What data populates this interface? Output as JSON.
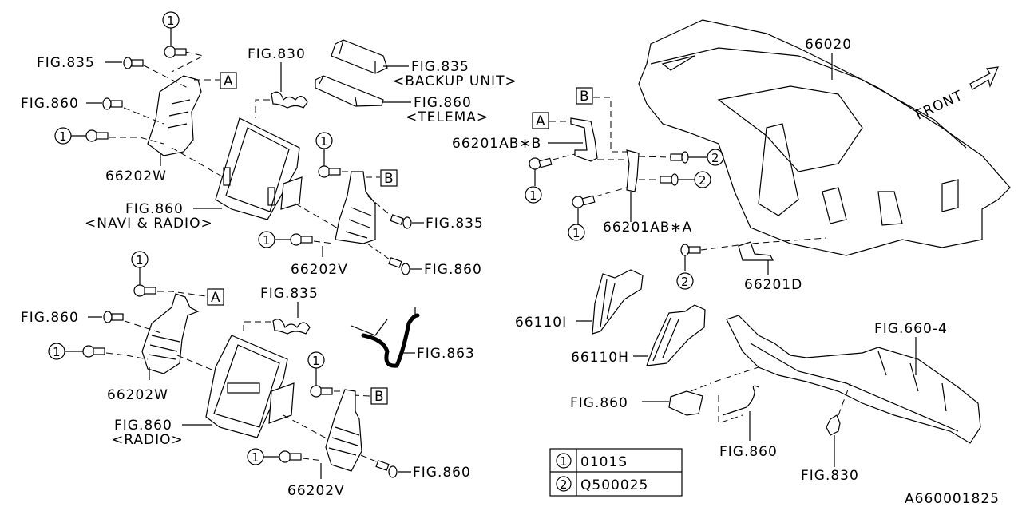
{
  "diagram": {
    "id": "A660001825",
    "front_label": "FRONT",
    "refs": {
      "A": "A",
      "B": "B"
    },
    "callouts": {
      "c1": "1",
      "c2": "2"
    },
    "legend": [
      {
        "num": "1",
        "part": "0101S"
      },
      {
        "num": "2",
        "part": "Q500025"
      }
    ],
    "labels": {
      "fig835_top_left": "FIG.835",
      "fig860_top_left": "FIG.860",
      "p66202w_top": "66202W",
      "fig830_top": "FIG.830",
      "fig835_backup": "FIG.835",
      "backup_unit": "<BACKUP UNIT>",
      "fig860_telema": "FIG.860",
      "telema": "<TELEMA>",
      "fig860_navi": "FIG.860",
      "navi_radio": "<NAVI & RADIO>",
      "fig835_mid": "FIG.835",
      "fig860_mid": "FIG.860",
      "p66202v_top": "66202V",
      "fig860_bot_left": "FIG.860",
      "p66202w_bot": "66202W",
      "fig835_bot": "FIG.835",
      "fig863": "FIG.863",
      "fig860_radio": "FIG.860",
      "radio": "<RADIO>",
      "fig860_bot_right": "FIG.860",
      "p66202v_bot": "66202V",
      "p66020": "66020",
      "p66201abb": "66201AB∗B",
      "p66201aba": "66201AB∗A",
      "p66201d": "66201D",
      "p66110i": "66110I",
      "p66110h": "66110H",
      "fig660_4": "FIG.660-4",
      "fig860_conn": "FIG.860",
      "fig860_harness": "FIG.860",
      "fig830_bot": "FIG.830"
    }
  }
}
